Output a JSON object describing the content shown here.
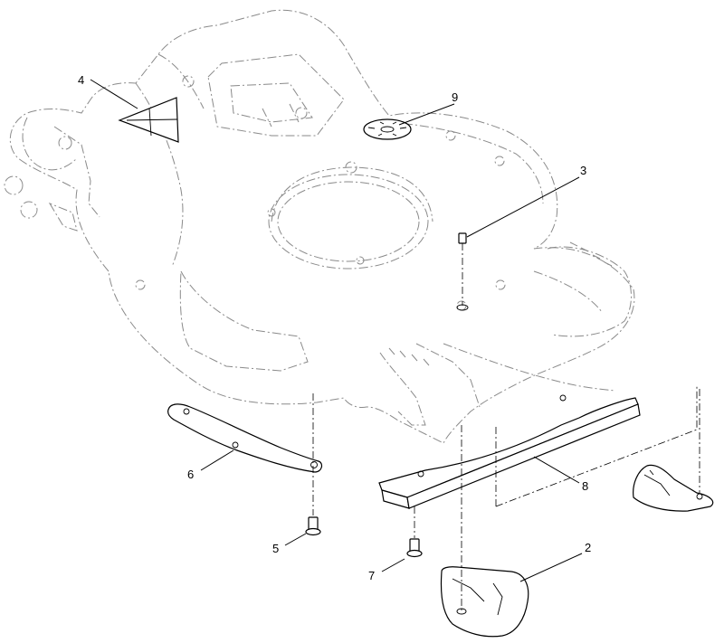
{
  "diagram": {
    "callouts": [
      {
        "id": "1",
        "label": "4"
      },
      {
        "id": "2",
        "label": "9"
      },
      {
        "id": "3",
        "label": "3"
      },
      {
        "id": "4",
        "label": "6"
      },
      {
        "id": "5",
        "label": "8"
      },
      {
        "id": "6",
        "label": "5"
      },
      {
        "id": "7",
        "label": "7"
      },
      {
        "id": "8",
        "label": "2"
      }
    ]
  }
}
